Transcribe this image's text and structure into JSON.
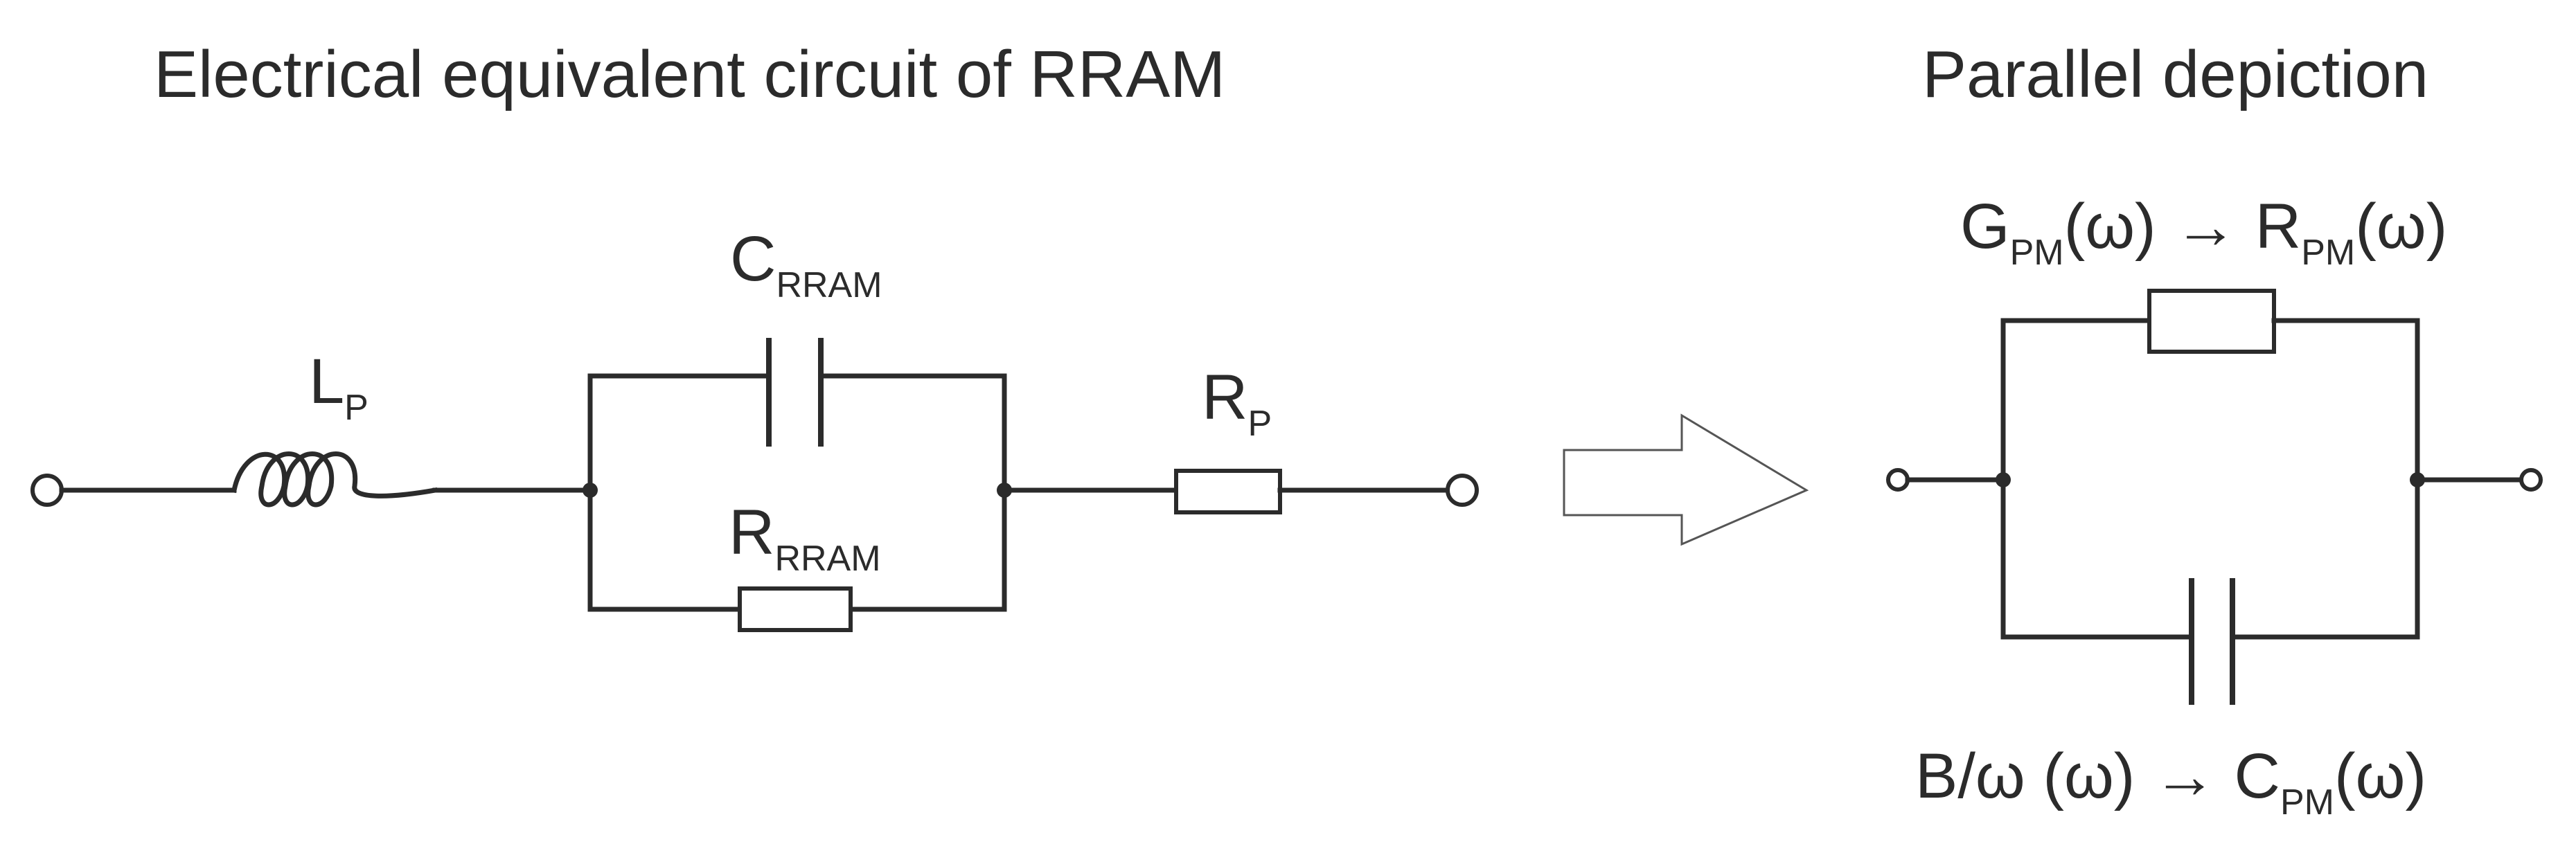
{
  "left_circuit": {
    "title": "Electrical equivalent circuit of RRAM",
    "inductor": {
      "main": "L",
      "sub": "P"
    },
    "capacitor": {
      "main": "C",
      "sub": "RRAM"
    },
    "resistor_rram": {
      "main": "R",
      "sub": "RRAM"
    },
    "resistor_series": {
      "main": "R",
      "sub": "P"
    }
  },
  "right_circuit": {
    "title": "Parallel depiction",
    "top_label": {
      "g_main": "G",
      "g_sub": "PM",
      "g_arg": "(ω) → ",
      "r_main": "R",
      "r_sub": "PM",
      "r_arg": "(ω)"
    },
    "bottom_label": {
      "b_text": "B/ω (ω) → ",
      "c_main": "C",
      "c_sub": "PM",
      "c_arg": "(ω)"
    }
  },
  "colors": {
    "line": "#2b2b2b",
    "arrow_outline": "#555555",
    "background": "#ffffff"
  }
}
